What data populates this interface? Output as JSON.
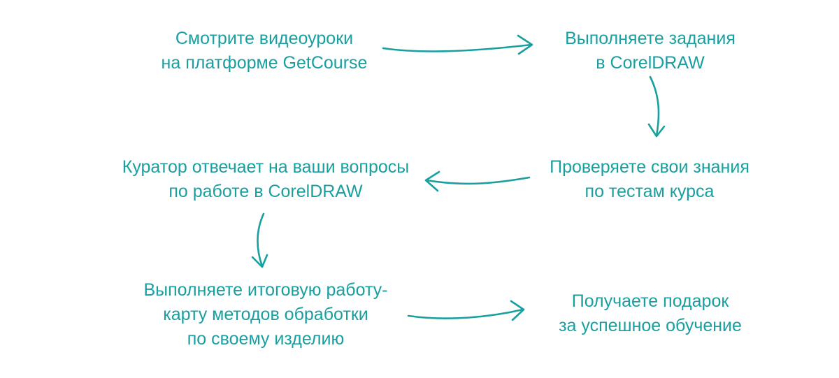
{
  "colors": {
    "text": "#1a9fa0",
    "arrow": "#1a9fa0"
  },
  "steps": [
    {
      "lines": [
        "Смотрите видеоуроки",
        "на платформе GetCourse"
      ]
    },
    {
      "lines": [
        "Выполняете задания",
        "в CorelDRAW"
      ]
    },
    {
      "lines": [
        "Проверяете свои знания",
        "по тестам курса"
      ]
    },
    {
      "lines": [
        "Куратор отвечает на ваши вопросы",
        "по работе в CorelDRAW"
      ]
    },
    {
      "lines": [
        "Выполняете итоговую работу-",
        "карту методов обработки",
        "по своему изделию"
      ]
    },
    {
      "lines": [
        "Получаете подарок",
        "за успешное обучение"
      ]
    }
  ],
  "arrows": [
    {
      "from": 1,
      "to": 2,
      "direction": "right"
    },
    {
      "from": 2,
      "to": 3,
      "direction": "down"
    },
    {
      "from": 3,
      "to": 4,
      "direction": "left"
    },
    {
      "from": 4,
      "to": 5,
      "direction": "down"
    },
    {
      "from": 5,
      "to": 6,
      "direction": "right"
    }
  ]
}
